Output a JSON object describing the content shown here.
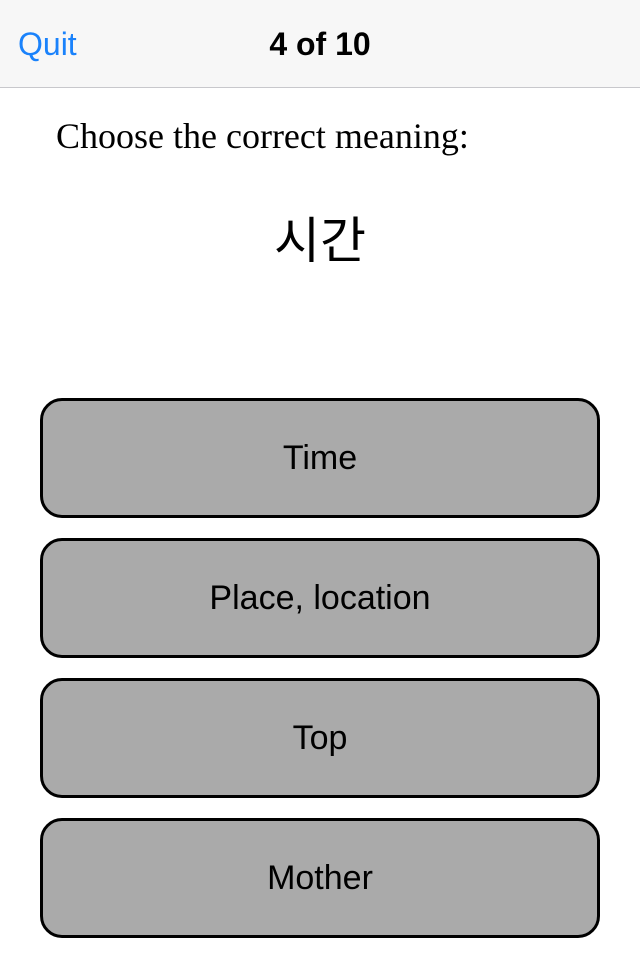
{
  "navbar": {
    "quit_label": "Quit",
    "title": "4 of 10"
  },
  "question": {
    "prompt": "Choose the correct meaning:",
    "word": "시간"
  },
  "answers": [
    {
      "label": "Time"
    },
    {
      "label": "Place, location"
    },
    {
      "label": "Top"
    },
    {
      "label": "Mother"
    }
  ],
  "colors": {
    "accent": "#1a82fb",
    "button_fill": "#aaaaaa",
    "button_border": "#000000",
    "navbar_bg": "#f7f7f7"
  }
}
